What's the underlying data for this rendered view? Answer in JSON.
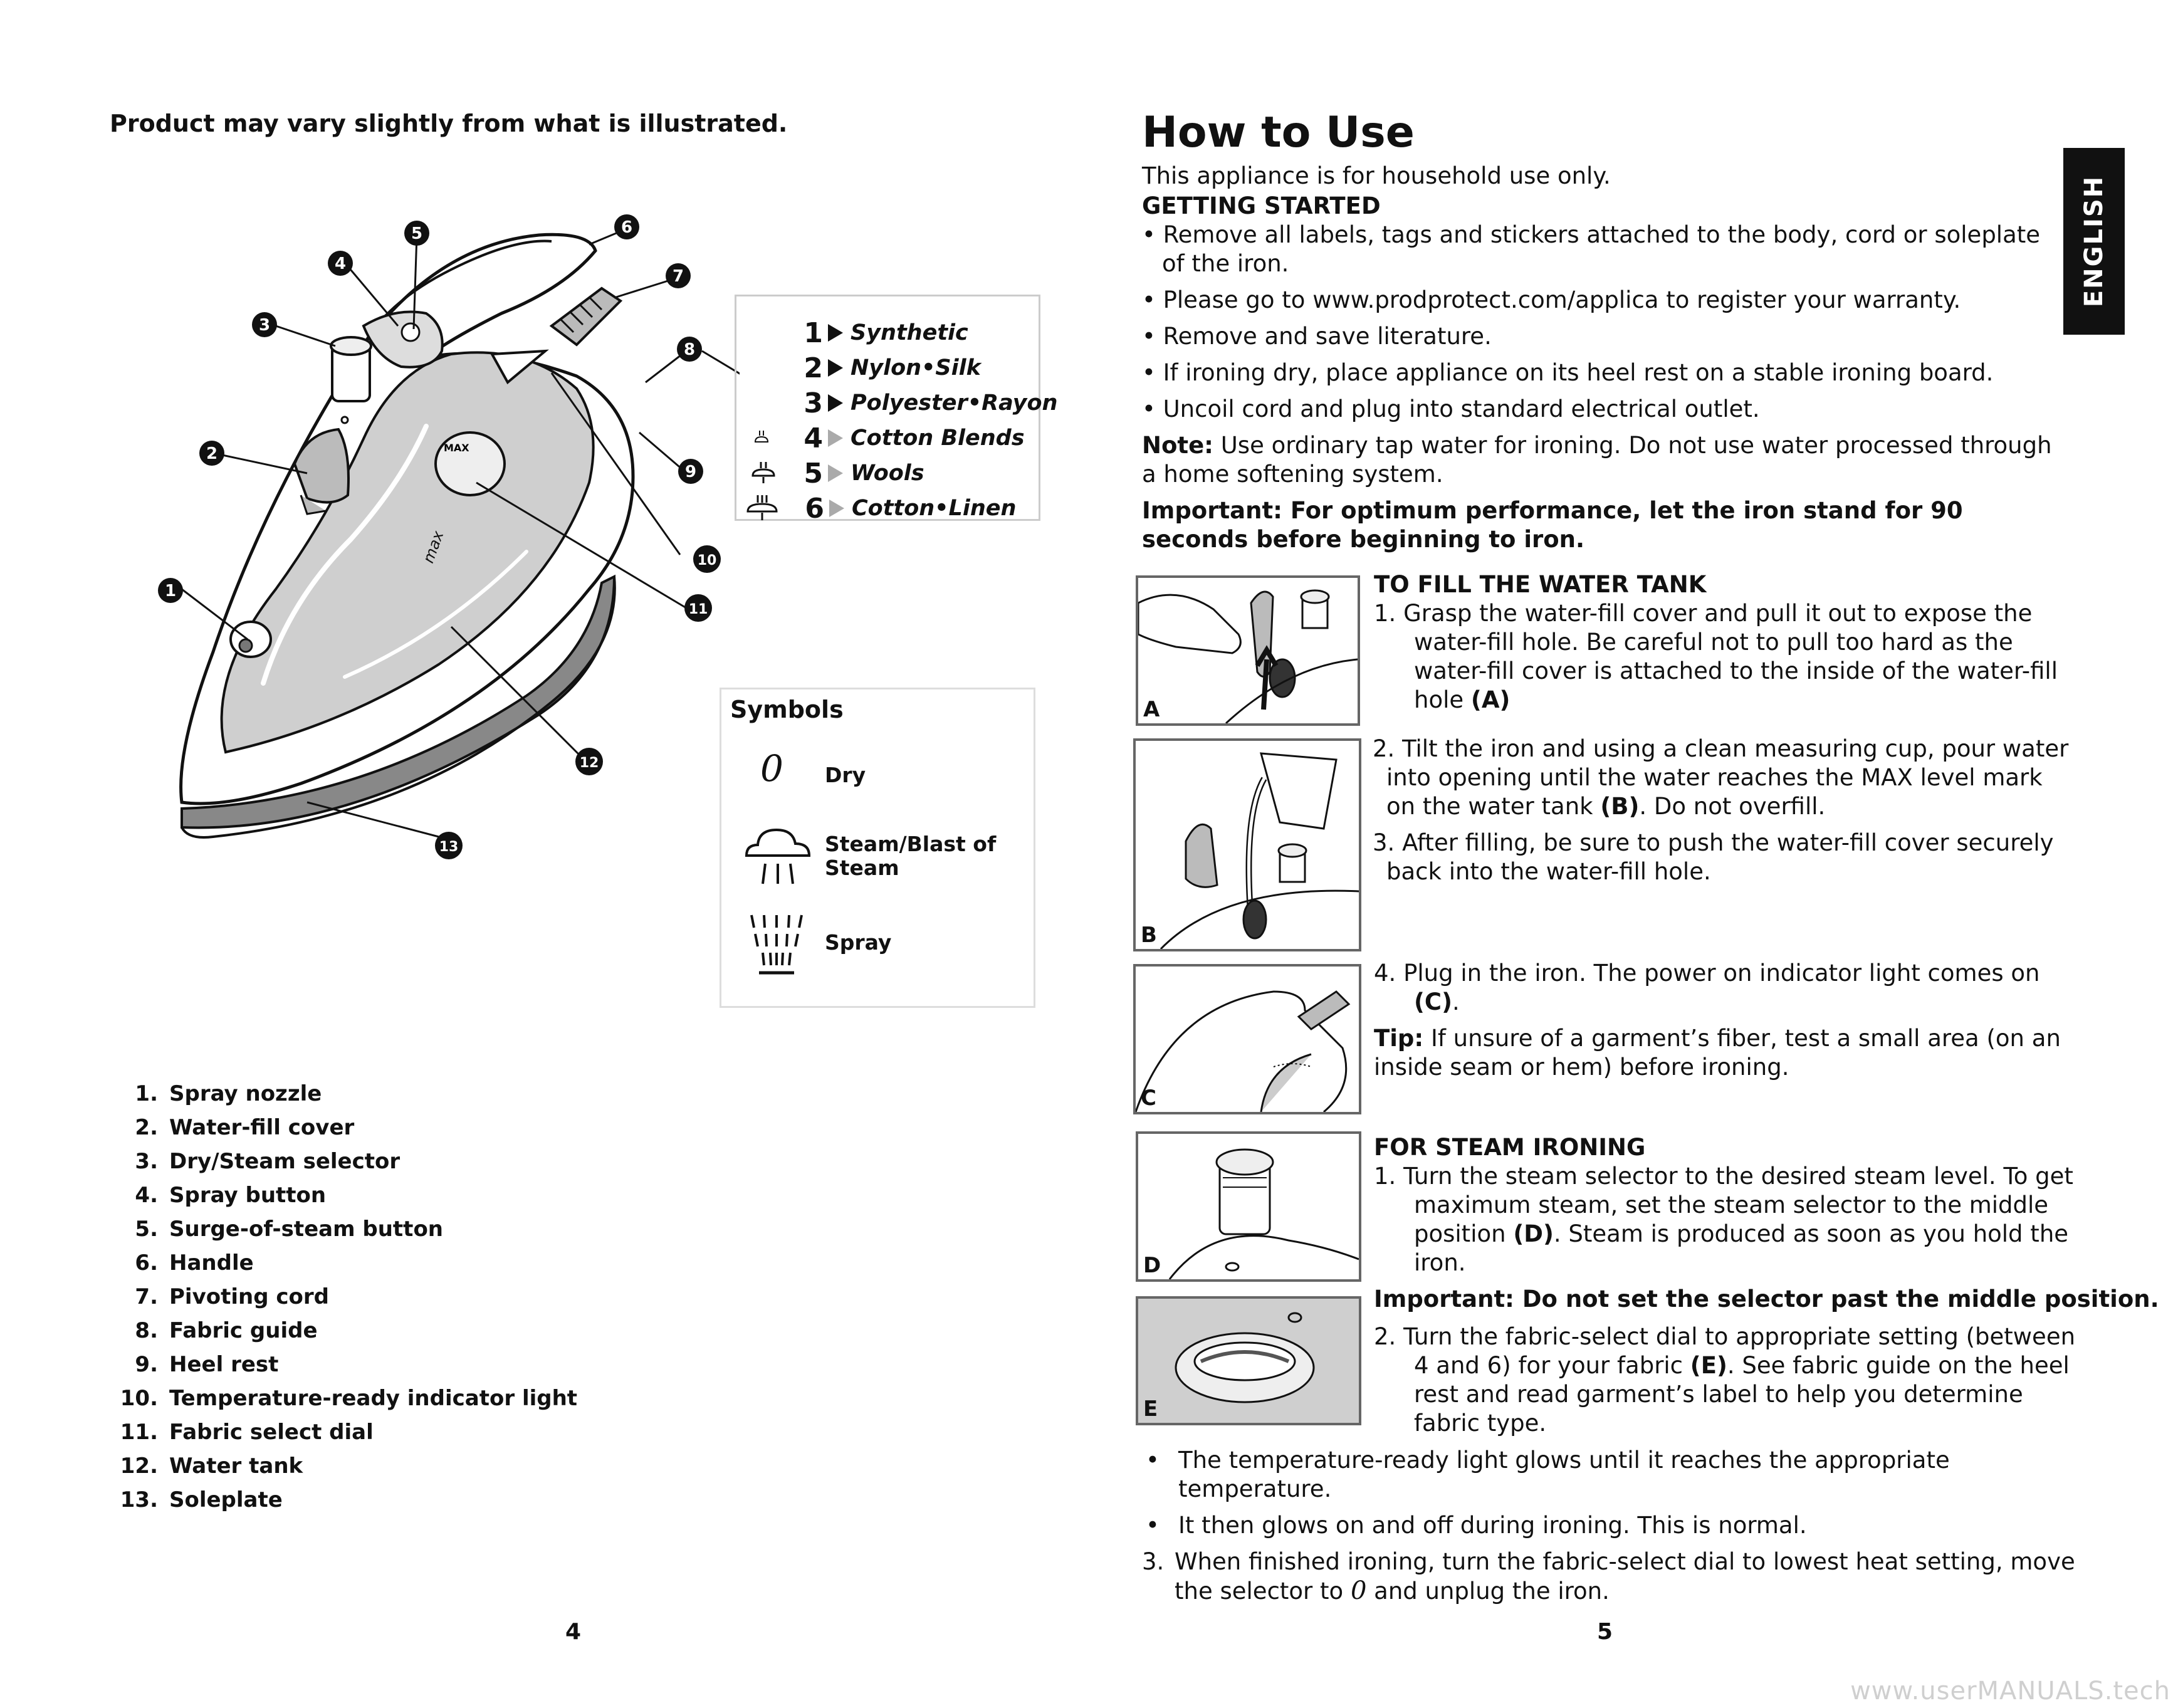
{
  "left_page": {
    "note": "Product may vary slightly from what is illustrated.",
    "callouts": [
      "1",
      "2",
      "3",
      "4",
      "5",
      "6",
      "7",
      "8",
      "9",
      "10",
      "11",
      "12",
      "13"
    ],
    "iron_dial_text": "MAX",
    "iron_tank_text": "max",
    "fabric_guide": [
      {
        "num": "1",
        "label": "Synthetic",
        "steam_icon": ""
      },
      {
        "num": "2",
        "label": "Nylon•Silk",
        "steam_icon": ""
      },
      {
        "num": "3",
        "label": "Polyester•Rayon",
        "steam_icon": ""
      },
      {
        "num": "4",
        "label": "Cotton Blends",
        "steam_icon": "steam-small-icon"
      },
      {
        "num": "5",
        "label": "Wools",
        "steam_icon": "steam-medium-icon"
      },
      {
        "num": "6",
        "label": "Cotton•Linen",
        "steam_icon": "steam-large-icon"
      }
    ],
    "symbols": {
      "title": "Symbols",
      "dry_glyph": "0",
      "dry": "Dry",
      "steam": "Steam/Blast of Steam",
      "spray": "Spray"
    },
    "parts": [
      {
        "n": "1.",
        "label": "Spray nozzle"
      },
      {
        "n": "2.",
        "label": "Water-fill cover"
      },
      {
        "n": "3.",
        "label": "Dry/Steam selector"
      },
      {
        "n": "4.",
        "label": "Spray button"
      },
      {
        "n": "5.",
        "label": "Surge-of-steam button"
      },
      {
        "n": "6.",
        "label": "Handle"
      },
      {
        "n": "7.",
        "label": "Pivoting cord"
      },
      {
        "n": "8.",
        "label": "Fabric guide"
      },
      {
        "n": "9.",
        "label": "Heel rest"
      },
      {
        "n": "10.",
        "label": "Temperature-ready indicator light"
      },
      {
        "n": "11.",
        "label": "Fabric select dial"
      },
      {
        "n": "12.",
        "label": "Water tank"
      },
      {
        "n": "13.",
        "label": "Soleplate"
      }
    ],
    "page_number": "4"
  },
  "right_page": {
    "title": "How to Use",
    "household": "This appliance is for household use only.",
    "language_tab": "ENGLISH",
    "getting_started": "GETTING STARTED",
    "gs_bullets": [
      "• Remove all labels, tags and stickers attached to the body, cord or soleplate of the iron.",
      "• Please go to www.prodprotect.com/applica to register your warranty.",
      "• Remove and save literature.",
      "• If ironing dry, place appliance on its heel rest on a stable ironing board.",
      "• Uncoil cord and plug into standard electrical outlet."
    ],
    "note_label": "Note:",
    "note_text": " Use ordinary tap water for ironing. Do not use water processed through a home softening system.",
    "important1": "Important: For optimum performance, let the iron stand for 90 seconds before beginning to iron.",
    "fill_title": "TO FILL THE WATER TANK",
    "fill_step1": "1.  Grasp the water-fill cover and pull it out to expose the water-fill hole. Be careful not to pull too hard as the water-fill cover is attached to the inside of the water-fill hole ",
    "fill_step1_ref": "(A)",
    "fill_step2": "2. Tilt the iron and using a clean measuring cup, pour water into opening until the water reaches the MAX level mark on the water tank ",
    "fill_step2_ref": "(B)",
    "fill_step2_end": ". Do not overfill.",
    "fill_step3": "3. After filling, be sure to push the water-fill cover securely back into the water-fill hole.",
    "fill_step4": "4.  Plug in the iron. The power on indicator light comes on ",
    "fill_step4_ref": "(C)",
    "tip_label": "Tip:",
    "tip_text": " If unsure of a garment’s fiber, test a small area (on an inside seam or hem) before ironing.",
    "steam_title": "FOR STEAM IRONING",
    "steam_step1": "1.  Turn the steam selector to the desired steam level. To get maximum steam, set the steam selector to the middle position ",
    "steam_step1_ref": "(D)",
    "steam_step1_end": ". Steam is produced as soon as you hold the iron.",
    "important2": "Important: Do not set the selector past the middle position.",
    "steam_step2": "2.  Turn the fabric-select dial to appropriate setting (between 4 and 6) for your fabric ",
    "steam_step2_ref": "(E)",
    "steam_step2_end": ". See fabric guide on the heel rest and read garment’s label to help you determine fabric type.",
    "bullet_a": "The temperature-ready light glows until it reaches the appropriate temperature.",
    "bullet_b": "It then glows on and off during ironing. This is normal.",
    "step3_num": "3.",
    "step3_text": "When finished ironing, turn the fabric-select dial to lowest heat setting, move the selector to ",
    "step3_glyph": "0",
    "step3_end": " and unplug the iron.",
    "fig_labels": [
      "A",
      "B",
      "C",
      "D",
      "E"
    ],
    "page_number": "5"
  },
  "watermark": "www.userMANUALS.tech"
}
